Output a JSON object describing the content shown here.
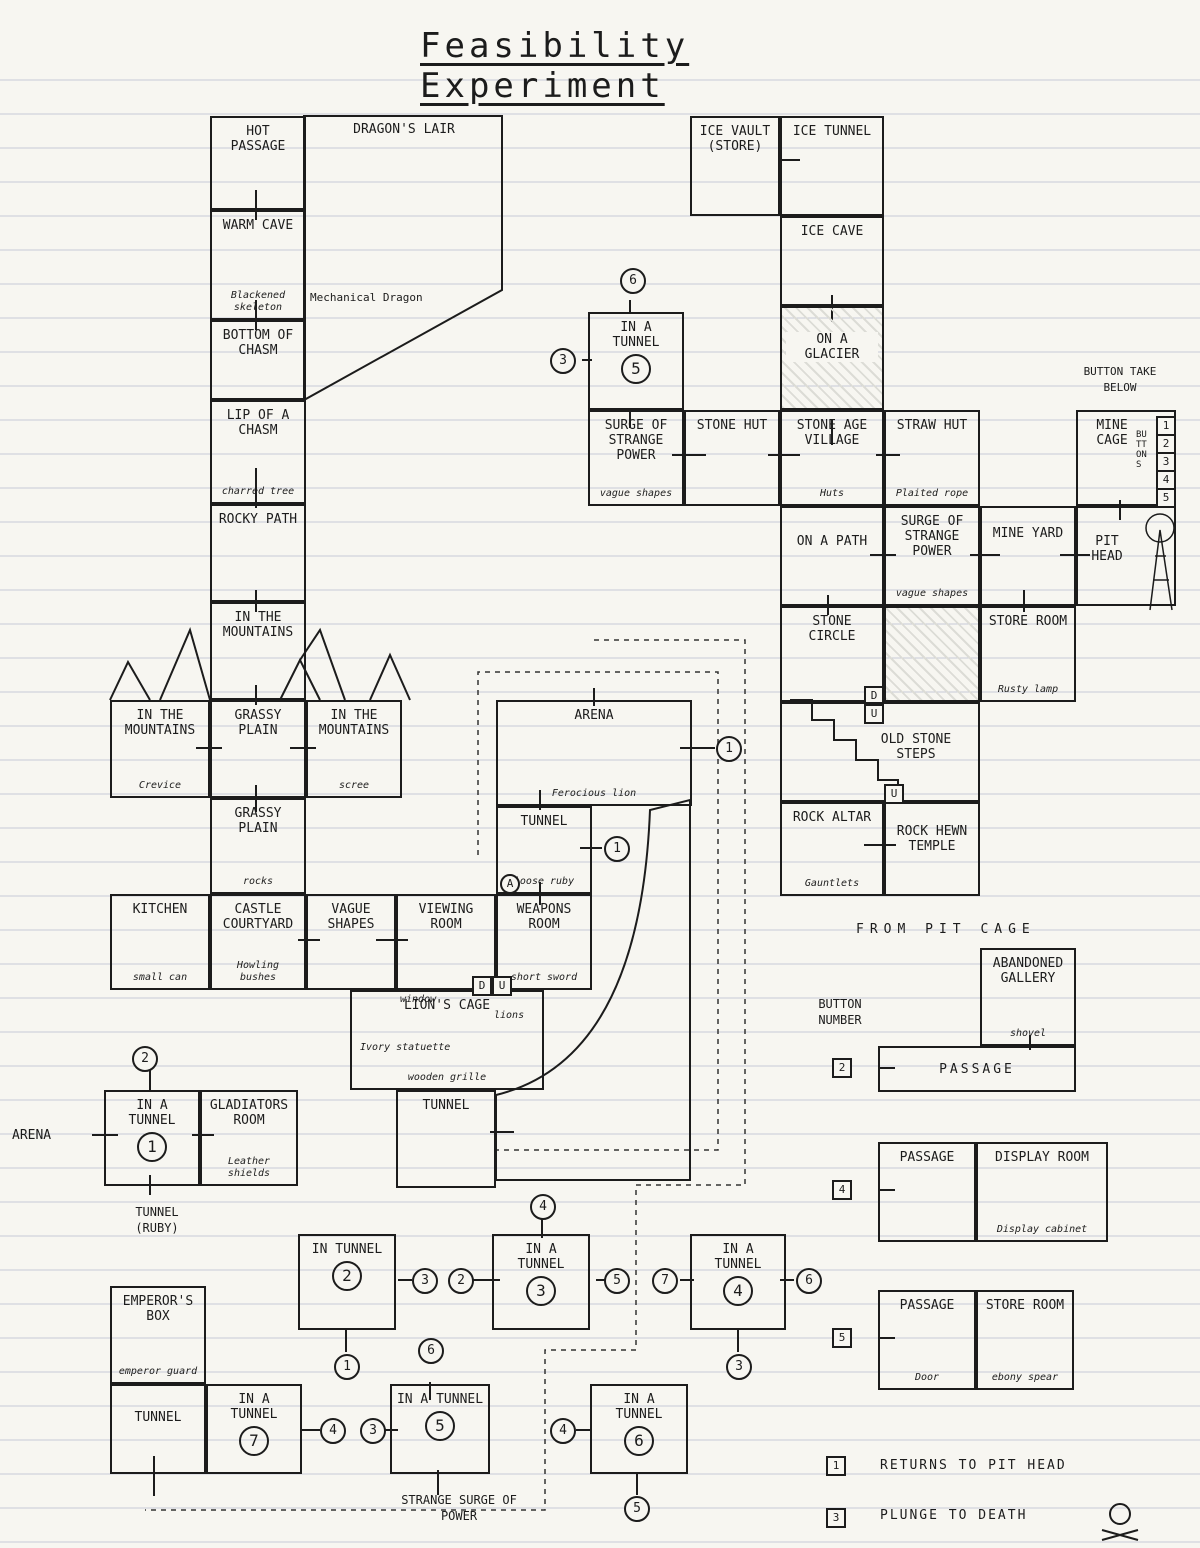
{
  "title": "Feasibility Experiment",
  "rooms": {
    "hot_passage": {
      "label": "Hot Passage"
    },
    "dragons_lair": {
      "label": "Dragon's Lair",
      "sub": "Mechanical Dragon"
    },
    "warm_cave": {
      "label": "Warm Cave",
      "sub": "Blackened skeleton"
    },
    "bottom_chasm": {
      "label": "Bottom of Chasm"
    },
    "lip_chasm": {
      "label": "Lip of a Chasm",
      "sub": "charred tree"
    },
    "rocky_path": {
      "label": "Rocky Path"
    },
    "in_mountains_n": {
      "label": "In the Mountains"
    },
    "in_mountains_w": {
      "label": "In the Mountains",
      "sub": "Crevice"
    },
    "grassy_plain_n": {
      "label": "Grassy Plain"
    },
    "in_mountains_e": {
      "label": "In the Mountains",
      "sub": "scree"
    },
    "grassy_plain_s": {
      "label": "Grassy Plain",
      "sub": "rocks"
    },
    "kitchen": {
      "label": "Kitchen",
      "sub": "small can"
    },
    "castle_courtyard": {
      "label": "Castle Courtyard",
      "sub": "Howling bushes"
    },
    "vague_shapes": {
      "label": "Vague Shapes"
    },
    "viewing_room": {
      "label": "Viewing Room"
    },
    "weapons_room": {
      "label": "Weapons Room",
      "sub": "short sword"
    },
    "lions_cage": {
      "label": "Lion's Cage",
      "sub": "wooden grille"
    },
    "tunnel_arena": {
      "label": "Tunnel",
      "sub": "loose ruby"
    },
    "arena": {
      "label": "Arena",
      "sub": "Ferocious lion"
    },
    "tunnel_bottom": {
      "label": "Tunnel"
    },
    "ice_vault": {
      "label": "Ice Vault (Store)"
    },
    "ice_tunnel": {
      "label": "Ice Tunnel"
    },
    "ice_cave": {
      "label": "Ice Cave"
    },
    "on_glacier": {
      "label": "On a Glacier"
    },
    "in_tunnel_5_top": {
      "label": "In a Tunnel",
      "num": "5"
    },
    "surge_1": {
      "label": "Surge of Strange Power",
      "sub": "vague shapes"
    },
    "stone_hut": {
      "label": "Stone Hut"
    },
    "stone_age_village": {
      "label": "Stone Age Village",
      "sub": "Huts"
    },
    "straw_hut": {
      "label": "Straw Hut",
      "sub": "Plaited rope"
    },
    "mine_cage": {
      "label": "Mine Cage"
    },
    "on_a_path": {
      "label": "On a Path"
    },
    "surge_2": {
      "label": "Surge of Strange Power",
      "sub": "vague shapes"
    },
    "mine_yard": {
      "label": "Mine Yard"
    },
    "pit_head": {
      "label": "Pit Head"
    },
    "stone_circle": {
      "label": "Stone Circle"
    },
    "store_room_e": {
      "label": "Store Room",
      "sub": "Rusty lamp"
    },
    "old_stone_steps": {
      "label": "Old Stone Steps"
    },
    "rock_altar": {
      "label": "Rock Altar",
      "sub": "Gauntlets"
    },
    "rock_hewn_temple": {
      "label": "Rock Hewn Temple"
    },
    "abandoned_gallery": {
      "label": "Abandoned Gallery",
      "sub": "shovel"
    },
    "passage_2": {
      "label": "Passage"
    },
    "passage_4": {
      "label": "Passage"
    },
    "display_room": {
      "label": "Display Room",
      "sub": "Display cabinet"
    },
    "passage_5": {
      "label": "Passage",
      "sub": "Door"
    },
    "store_room_s": {
      "label": "Store Room",
      "sub": "ebony spear"
    },
    "in_tunnel_1": {
      "label": "In a Tunnel",
      "num": "1"
    },
    "gladiators_room": {
      "label": "Gladiators Room",
      "sub": "Leather shields"
    },
    "in_tunnel_2": {
      "label": "In Tunnel",
      "num": "2"
    },
    "in_tunnel_3": {
      "label": "In a Tunnel",
      "num": "3"
    },
    "in_tunnel_4": {
      "label": "In a Tunnel",
      "num": "4"
    },
    "emperors_box": {
      "label": "Emperor's Box",
      "sub": "emperor guard"
    },
    "tunnel_sw": {
      "label": "Tunnel"
    },
    "in_tunnel_7": {
      "label": "In a Tunnel",
      "num": "7"
    },
    "in_tunnel_5_bot": {
      "label": "In a Tunnel",
      "num": "5"
    },
    "in_tunnel_6": {
      "label": "In a Tunnel",
      "num": "6"
    }
  },
  "notes": {
    "button_take": "Button Take Below",
    "buttons_word": "Buttons",
    "button_numbers": [
      "1",
      "2",
      "3",
      "4",
      "5"
    ],
    "from_pit_cage": "From Pit Cage",
    "button_number": "Button Number",
    "arena_left": "Arena",
    "tunnel_ruby": "Tunnel (Ruby)",
    "strange_surge": "Strange Surge of Power",
    "window": "window",
    "ivory_statuette": "Ivory statuette",
    "lions": "lions",
    "legend_1": "Returns to Pit Head",
    "legend_3": "Plunge to Death",
    "legend_1_key": "1",
    "legend_3_key": "3",
    "btn_2": "2",
    "btn_4": "4",
    "btn_5": "5",
    "stair_d": "D",
    "stair_u": "U"
  },
  "exits": {
    "e6_top": "6",
    "e3_top": "3",
    "e1_arena": "1",
    "e1_tunnel": "1",
    "eA": "A",
    "e2_top": "2",
    "t2_right": "3",
    "t2_bottom": "1",
    "t3_left": "2",
    "t3_right": "5",
    "t3_top": "4",
    "t4_left": "7",
    "t4_right": "6",
    "t4_bottom": "3",
    "t7_right": "4",
    "t5_left": "3",
    "t5_top": "6",
    "t6_left": "4",
    "t6_bottom": "5"
  }
}
